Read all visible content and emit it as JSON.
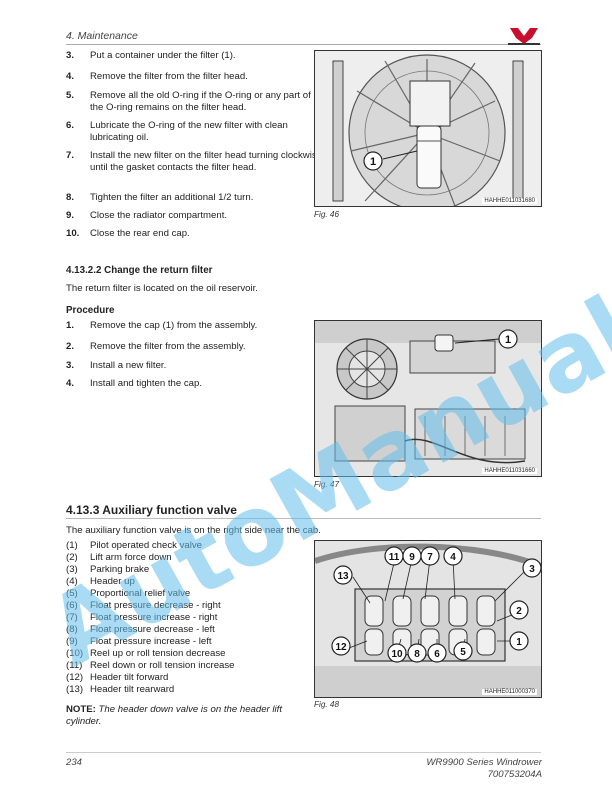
{
  "header": {
    "title": "4. Maintenance"
  },
  "steps_a": [
    {
      "num": "3.",
      "text": "Put a container under the filter (1)."
    },
    {
      "num": "4.",
      "text": "Remove the filter from the filter head."
    },
    {
      "num": "5.",
      "text": "Remove all the old O-ring if the O-ring or any part of the O-ring remains on the filter head."
    },
    {
      "num": "6.",
      "text": "Lubricate the O-ring of the new filter with clean lubricating oil."
    },
    {
      "num": "7.",
      "text": "Install the new filter on the filter head turning clockwise until the gasket contacts the filter head."
    },
    {
      "num": "8.",
      "text": "Tighten the filter an additional 1/2 turn."
    },
    {
      "num": "9.",
      "text": "Close the radiator compartment."
    },
    {
      "num": "10.",
      "text": "Close the rear end cap."
    }
  ],
  "return_filter": {
    "heading": "4.13.2.2  Change the return filter",
    "intro": "The return filter is located on the oil reservoir.",
    "procedure_label": "Procedure",
    "steps": [
      {
        "num": "1.",
        "text": "Remove the cap (1) from the assembly."
      },
      {
        "num": "2.",
        "text": "Remove the filter from the assembly."
      },
      {
        "num": "3.",
        "text": "Install a new filter."
      },
      {
        "num": "4.",
        "text": "Install and tighten the cap."
      }
    ]
  },
  "aux_valve": {
    "heading": "4.13.3  Auxiliary function valve",
    "intro": "The auxiliary function valve is on the right side near the cab.",
    "legend": [
      {
        "num": "(1)",
        "text": "Pilot operated check valve"
      },
      {
        "num": "(2)",
        "text": "Lift arm force down"
      },
      {
        "num": "(3)",
        "text": "Parking brake"
      },
      {
        "num": "(4)",
        "text": "Header up"
      },
      {
        "num": "(5)",
        "text": "Proportional relief valve"
      },
      {
        "num": "(6)",
        "text": "Float pressure decrease - right"
      },
      {
        "num": "(7)",
        "text": "Float pressure increase - right"
      },
      {
        "num": "(8)",
        "text": "Float pressure decrease - left"
      },
      {
        "num": "(9)",
        "text": "Float pressure increase - left"
      },
      {
        "num": "(10)",
        "text": "Reel up or roll tension decrease"
      },
      {
        "num": "(11)",
        "text": "Reel down or roll tension increase"
      },
      {
        "num": "(12)",
        "text": "Header tilt forward"
      },
      {
        "num": "(13)",
        "text": "Header tilt rearward"
      }
    ],
    "note_label": "NOTE:",
    "note_text": "The header down valve is on the header lift cylinder."
  },
  "figures": [
    {
      "caption": "Fig. 46",
      "id": "HAHHE011031680",
      "callouts": [
        "1"
      ]
    },
    {
      "caption": "Fig. 47",
      "id": "HAHHE011031660",
      "callouts": [
        "1"
      ]
    },
    {
      "caption": "Fig. 48",
      "id": "HAHHE011000370",
      "callouts": [
        "11",
        "9",
        "7",
        "4",
        "13",
        "3",
        "2",
        "12",
        "10",
        "8",
        "6",
        "5",
        "1"
      ]
    }
  ],
  "footer": {
    "page": "234",
    "model": "WR9900 Series Windrower",
    "doc": "700753204A"
  },
  "watermark": "AutoManual",
  "colors": {
    "brand_red": "#c8102e",
    "watermark": "#64bee8"
  }
}
